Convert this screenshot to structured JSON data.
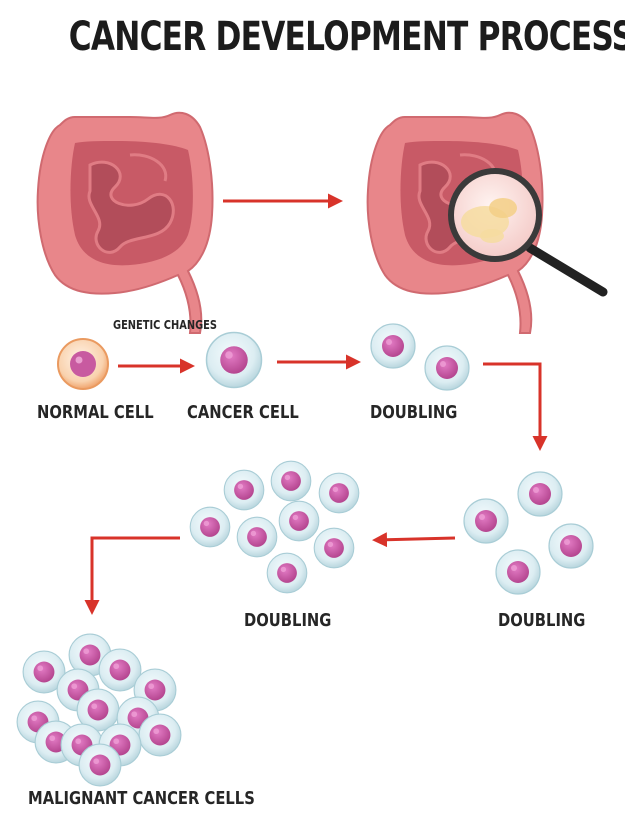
{
  "title": "CANCER DEVELOPMENT PROCESS",
  "labels": {
    "genetic_changes": "GENETIC CHANGES",
    "normal_cell": "NORMAL CELL",
    "cancer_cell": "CANCER CELL",
    "doubling_1": "DOUBLING",
    "doubling_2": "DOUBLING",
    "doubling_3": "DOUBLING",
    "malignant": "MALIGNANT CANCER CELLS"
  },
  "colors": {
    "arrow": "#d8332a",
    "intestine_outer": "#e8868a",
    "intestine_inner": "#c85a66",
    "cell_membrane": "#cfe6ec",
    "cell_nucleus": "#c2549d",
    "normal_cell_outer": "#f6b98c",
    "normal_cell_nucleus": "#c85aa0"
  },
  "icons": [
    "intestine-icon",
    "magnifying-glass-icon"
  ]
}
